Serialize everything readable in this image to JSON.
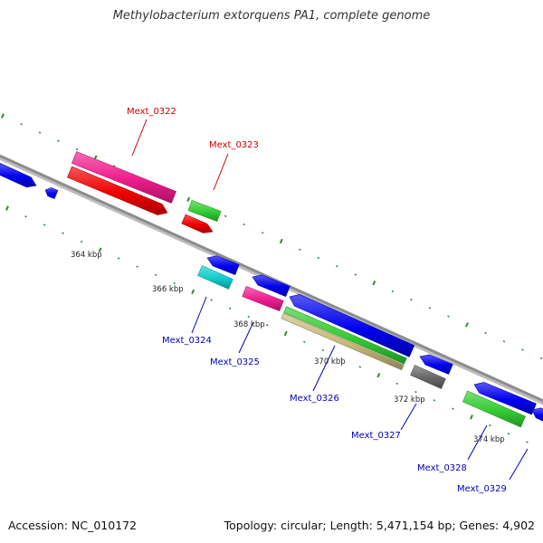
{
  "title": "Methylobacterium extorquens PA1, complete genome",
  "footer": {
    "accession": "Accession: NC_010172",
    "summary": "Topology: circular; Length: 5,471,154 bp; Genes: 4,902"
  },
  "colors": {
    "backbone": "#8c8c8c",
    "tick": "#2e8b2e",
    "kbp_label": "#222222",
    "forward_label": "#cc0000",
    "reverse_label": "#0000bb",
    "blue_gene": "#0000ee",
    "magenta_gene": "#ee1c8c",
    "red_gene": "#ee0000",
    "green_gene": "#33cc33",
    "cyan_gene": "#11cccc",
    "khaki_gene": "#c8b879",
    "gray_gene": "#666666"
  },
  "kbp_labels": [
    "364 kbp",
    "366 kbp",
    "368 kbp",
    "370 kbp",
    "372 kbp",
    "374 kbp"
  ],
  "forward_gene_labels": [
    "Mext_0322",
    "Mext_0323"
  ],
  "reverse_gene_labels": [
    "Mext_0324",
    "Mext_0325",
    "Mext_0326",
    "Mext_0327",
    "Mext_0328",
    "Mext_0329"
  ]
}
